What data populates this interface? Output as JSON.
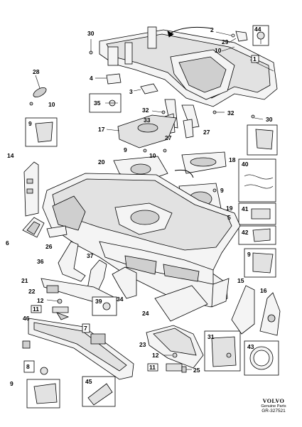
{
  "diagram": {
    "labels": [
      "30",
      "2",
      "29",
      "10",
      "44",
      "1",
      "28",
      "10",
      "4",
      "3",
      "35",
      "32",
      "33",
      "32",
      "30",
      "17",
      "27",
      "27",
      "10",
      "9",
      "9",
      "14",
      "18",
      "20",
      "9",
      "19",
      "40",
      "5",
      "41",
      "6",
      "26",
      "36",
      "37",
      "42",
      "9",
      "21",
      "22",
      "12",
      "11",
      "15",
      "16",
      "34",
      "39",
      "24",
      "46",
      "7",
      "31",
      "43",
      "23",
      "12",
      "11",
      "25",
      "8",
      "9",
      "45"
    ],
    "brand": {
      "logo": "VOLVO",
      "subtitle": "Genuine Parts",
      "code": "GR-327521"
    }
  }
}
